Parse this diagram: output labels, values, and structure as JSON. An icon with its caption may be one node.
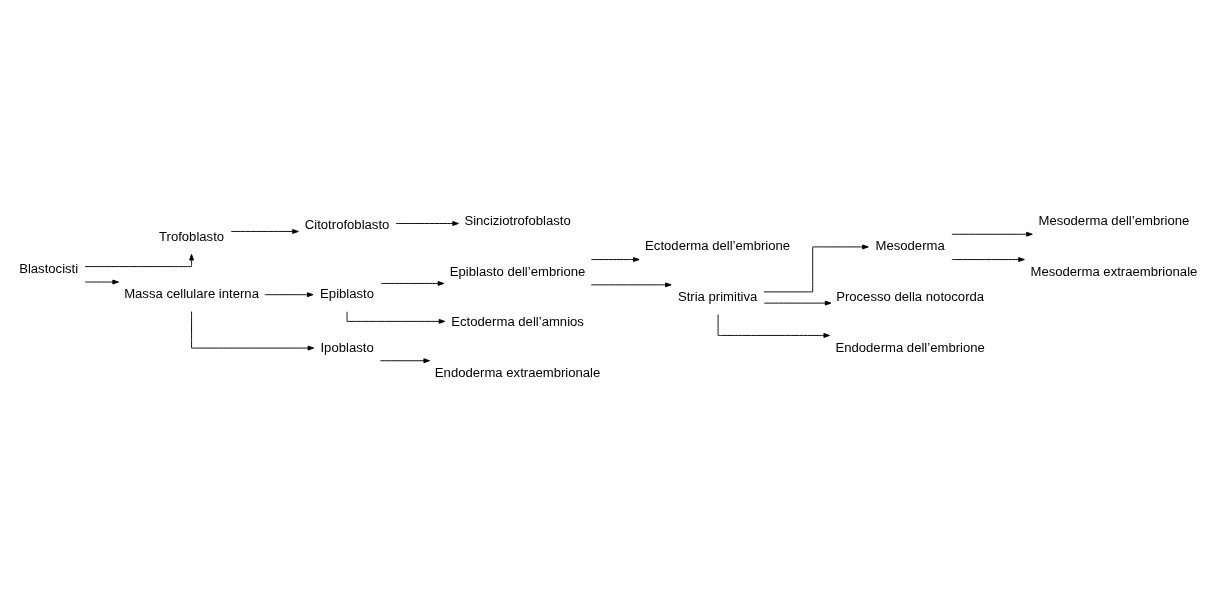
{
  "diagram": {
    "nodes": [
      {
        "text": [
          "Blastocisti"
        ]
      },
      {
        "text": [
          "Trofoblasto"
        ]
      },
      {
        "text": [
          "Citotrofoblasto"
        ]
      },
      {
        "text": [
          "Sinciziotrofoblasto"
        ]
      },
      {
        "text": [
          "Massa cellulare interna"
        ]
      },
      {
        "text": [
          "Epiblasto"
        ]
      },
      {
        "text": [
          "Ipoblasto"
        ]
      },
      {
        "text": [
          "Epiblasto dell’embrione"
        ]
      },
      {
        "text": [
          "Ectoderma dell’amnios"
        ]
      },
      {
        "text": [
          "Endoderma extraembrionale"
        ]
      },
      {
        "text": [
          "Ectoderma dell’embrione"
        ]
      },
      {
        "text": [
          "Stria primitiva"
        ]
      },
      {
        "text": [
          "Mesoderma"
        ]
      },
      {
        "text": [
          "Processo della notocorda"
        ]
      },
      {
        "text": [
          "Endoderma dell’embrione"
        ]
      },
      {
        "text": [
          "Mesoderma dell’embrione"
        ]
      },
      {
        "text": [
          "Mesoderma extraembrionale"
        ]
      }
    ],
    "edges": [
      {
        "from": 0,
        "to": 1,
        "arrow": "to"
      },
      {
        "from": 0,
        "to": 4,
        "arrow": "to"
      },
      {
        "from": 1,
        "to": 2,
        "arrow": "to"
      },
      {
        "from": 2,
        "to": 3,
        "arrow": "to"
      },
      {
        "from": 4,
        "to": 5,
        "arrow": "to"
      },
      {
        "from": 4,
        "to": 6,
        "arrow": "to"
      },
      {
        "from": 5,
        "to": 7,
        "arrow": "to"
      },
      {
        "from": 5,
        "to": 8,
        "arrow": "to"
      },
      {
        "from": 6,
        "to": 9,
        "arrow": "to"
      },
      {
        "from": 7,
        "to": 10,
        "arrow": "to"
      },
      {
        "from": 7,
        "to": 11,
        "arrow": "to"
      },
      {
        "from": 11,
        "to": 12,
        "arrow": "to"
      },
      {
        "from": 11,
        "to": 13,
        "arrow": "to"
      },
      {
        "from": 11,
        "to": 14,
        "arrow": "to"
      },
      {
        "from": 12,
        "to": 15,
        "arrow": "to"
      },
      {
        "from": 12,
        "to": 16,
        "arrow": "to"
      }
    ]
  }
}
